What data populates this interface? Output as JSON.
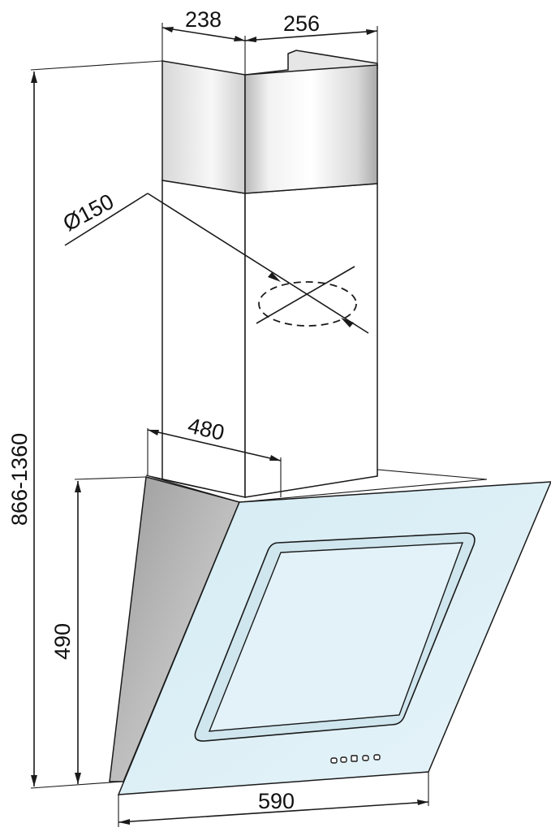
{
  "dimensions": {
    "chimney_depth": "238",
    "chimney_width": "256",
    "duct_diameter": "Ø150",
    "total_height": "866-1360",
    "canopy_depth": "480",
    "canopy_height": "490",
    "hood_width": "590"
  },
  "colors": {
    "glass_fill": "#dff0f6",
    "steel_light": "#f4f4f4",
    "steel_mid": "#c8c8c8",
    "steel_dark": "#8f8f8f",
    "line": "#1a1a1a"
  }
}
